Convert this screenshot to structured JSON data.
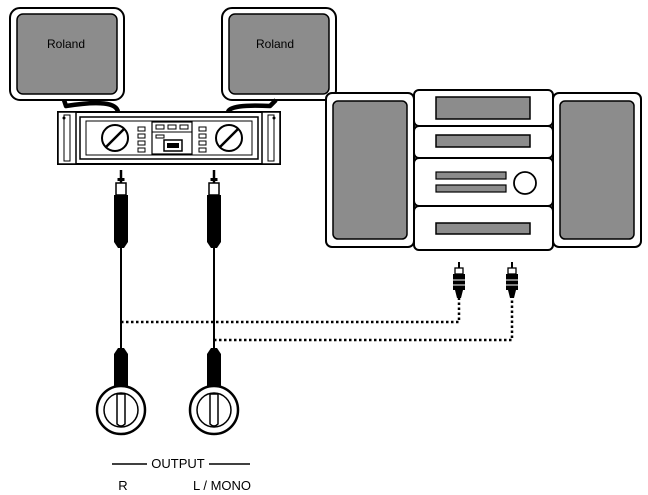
{
  "speakers": {
    "left": {
      "brand": "Roland"
    },
    "right": {
      "brand": "Roland"
    }
  },
  "output": {
    "title": "OUTPUT",
    "jacks": [
      {
        "label": "R"
      },
      {
        "label": "L / MONO"
      }
    ]
  }
}
